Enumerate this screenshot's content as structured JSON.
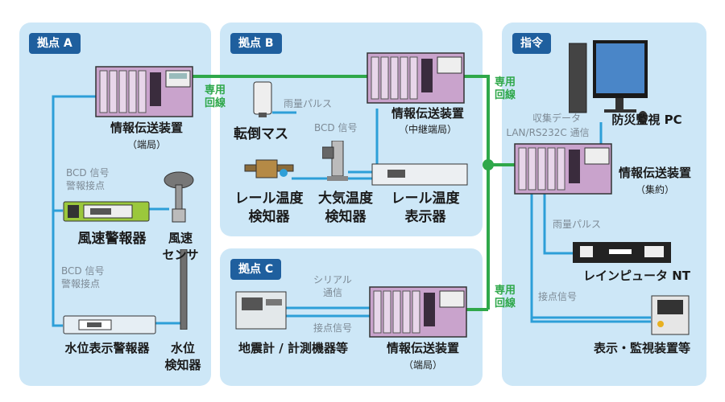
{
  "sites": {
    "a": {
      "tag": "拠点 A"
    },
    "b": {
      "tag": "拠点 B"
    },
    "c": {
      "tag": "拠点 C"
    },
    "cmd": {
      "tag": "指令"
    }
  },
  "devices": {
    "a_transmitter": {
      "name": "情報伝送装置",
      "sub": "（端局）"
    },
    "wind_alarm": {
      "name": "風速警報器"
    },
    "wind_sensor": {
      "name_l1": "風速",
      "name_l2": "センサ"
    },
    "water_alarm": {
      "name": "水位表示警報器"
    },
    "water_sensor": {
      "name_l1": "水位",
      "name_l2": "検知器"
    },
    "b_transmitter": {
      "name": "情報伝送装置",
      "sub": "（中継端局）"
    },
    "tipping": {
      "name": "転倒マス"
    },
    "rail_temp_det": {
      "name_l1": "レール温度",
      "name_l2": "検知器"
    },
    "air_temp_det": {
      "name_l1": "大気温度",
      "name_l2": "検知器"
    },
    "rail_temp_disp": {
      "name_l1": "レール温度",
      "name_l2": "表示器"
    },
    "c_transmitter": {
      "name": "情報伝送装置",
      "sub": "（端局）"
    },
    "seismo": {
      "name": "地震計 / 計測機器等"
    },
    "pc": {
      "name": "防災監視 PC"
    },
    "cmd_transmitter": {
      "name": "情報伝送装置",
      "sub": "（集約）"
    },
    "rainputer": {
      "name": "レインピュータ NT"
    },
    "display_monitor": {
      "name": "表示・監視装置等"
    }
  },
  "signals": {
    "a_bcd1_l1": "BCD 信号",
    "a_bcd1_l2": "警報接点",
    "a_bcd2_l1": "BCD 信号",
    "a_bcd2_l2": "警報接点",
    "rain_pulse_b": "雨量パルス",
    "bcd_b": "BCD 信号",
    "serial_l1": "シリアル",
    "serial_l2": "通信",
    "contact_c": "接点信号",
    "collect_l1": "収集データ",
    "collect_l2": "LAN/RS232C 通信",
    "rain_pulse_cmd": "雨量パルス",
    "contact_cmd": "接点信号"
  },
  "dedicated": {
    "ab_l1": "専用",
    "ab_l2": "回線",
    "bcmd_l1": "専用",
    "bcmd_l2": "回線",
    "ccmd_l1": "専用",
    "ccmd_l2": "回線"
  },
  "colors": {
    "panel": "#cde7f7",
    "tag": "#1f5f9e",
    "dedicated_line": "#2fa84a",
    "local_line": "#2d9fd8",
    "equipment": "#c9a3cc"
  }
}
